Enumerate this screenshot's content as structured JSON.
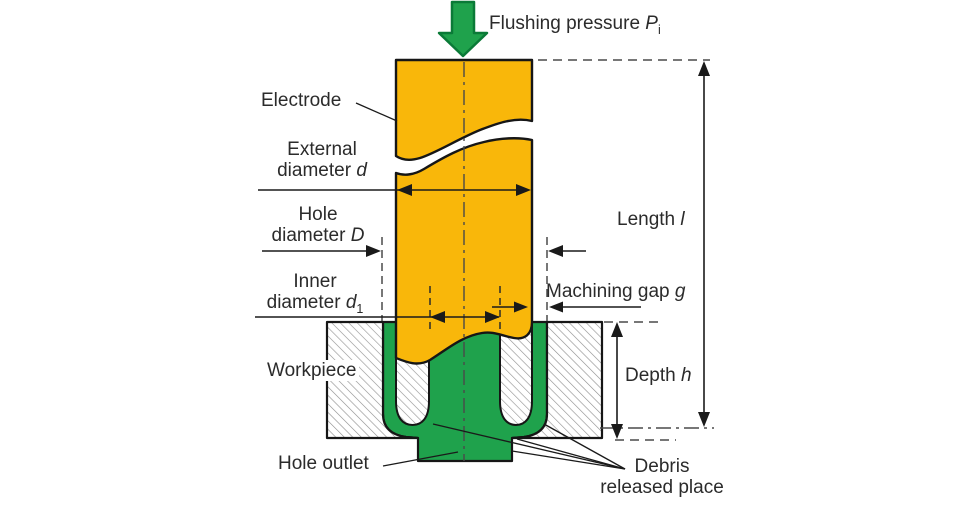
{
  "diagram": {
    "labels": {
      "flushing_pressure": {
        "text": "Flushing pressure ",
        "var": "P",
        "sub": "i"
      },
      "electrode": {
        "text": "Electrode"
      },
      "external_diameter": {
        "line1": "External",
        "line2": "diameter ",
        "var": "d"
      },
      "hole_diameter": {
        "line1": "Hole",
        "line2": "diameter ",
        "var": "D"
      },
      "inner_diameter": {
        "line1": "Inner",
        "line2": "diameter ",
        "var": "d",
        "sub": "1"
      },
      "machining_gap": {
        "text": "Machining gap ",
        "var": "g"
      },
      "length": {
        "text": "Length ",
        "var": "l"
      },
      "workpiece": {
        "text": "Workpiece"
      },
      "depth": {
        "text": "Depth ",
        "var": "h"
      },
      "hole_outlet": {
        "text": "Hole outlet"
      },
      "debris_released_place": {
        "line1": "Debris",
        "line2": "released place"
      }
    },
    "colors": {
      "electrode_fill": "#F9B70A",
      "fluid_fill": "#1FA24C",
      "flush_arrow_fill": "#1FA24C",
      "flush_arrow_stroke": "#0A7A37",
      "outline": "#161616",
      "hatch_line": "#8F8F8F",
      "dim_color": "#1A1A1A",
      "dash_color": "#4A4A4A",
      "text_color": "#2B2B2B"
    }
  }
}
